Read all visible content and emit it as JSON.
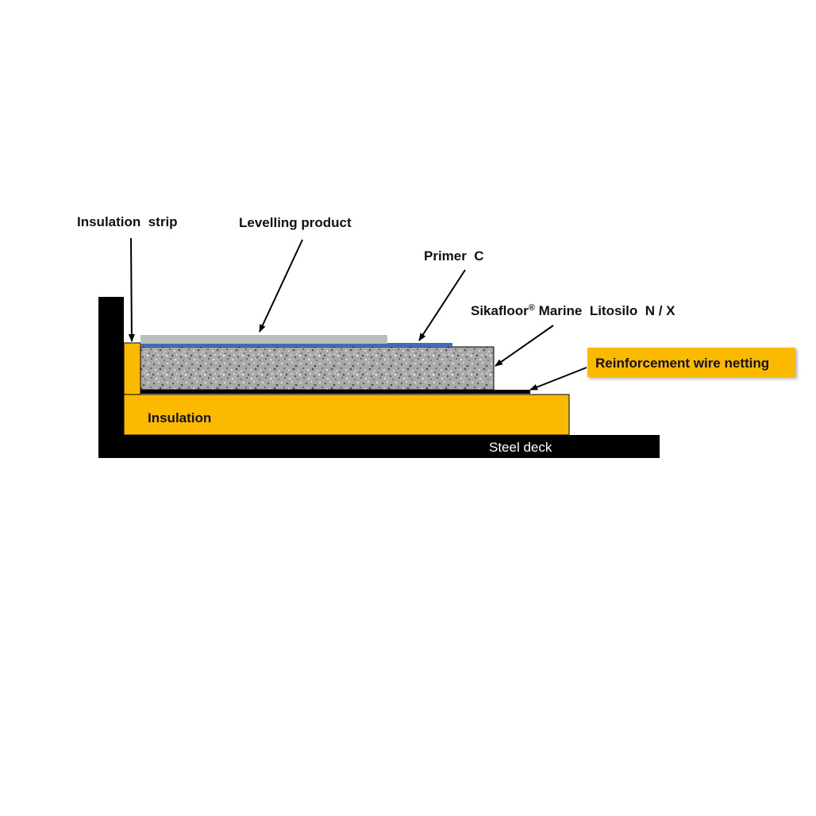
{
  "labels": {
    "insulation_strip": "Insulation  strip",
    "levelling_product": "Levelling product",
    "primer_c": "Primer  C",
    "sikafloor_main": "Sikafloor",
    "sikafloor_reg": "®",
    "sikafloor_rest": " Marine  Litosilo  N / X",
    "reinforcement": "Reinforcement wire netting",
    "insulation": "Insulation",
    "steel_deck": "Steel deck"
  },
  "colors": {
    "steel": "#000000",
    "insulation": "#FBBA00",
    "levelling": "#BDBDBD",
    "primer": "#3E6FB5",
    "screed": "#A9A9A9",
    "callout_bg": "#FBBA00"
  }
}
